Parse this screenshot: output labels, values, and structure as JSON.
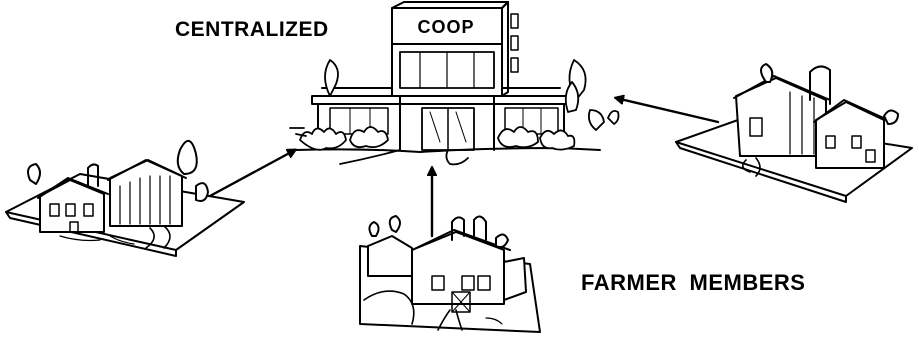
{
  "diagram": {
    "centralized_label": "CENTRALIZED",
    "members_label": "FARMER  MEMBERS",
    "coop_sign": "COOP"
  }
}
